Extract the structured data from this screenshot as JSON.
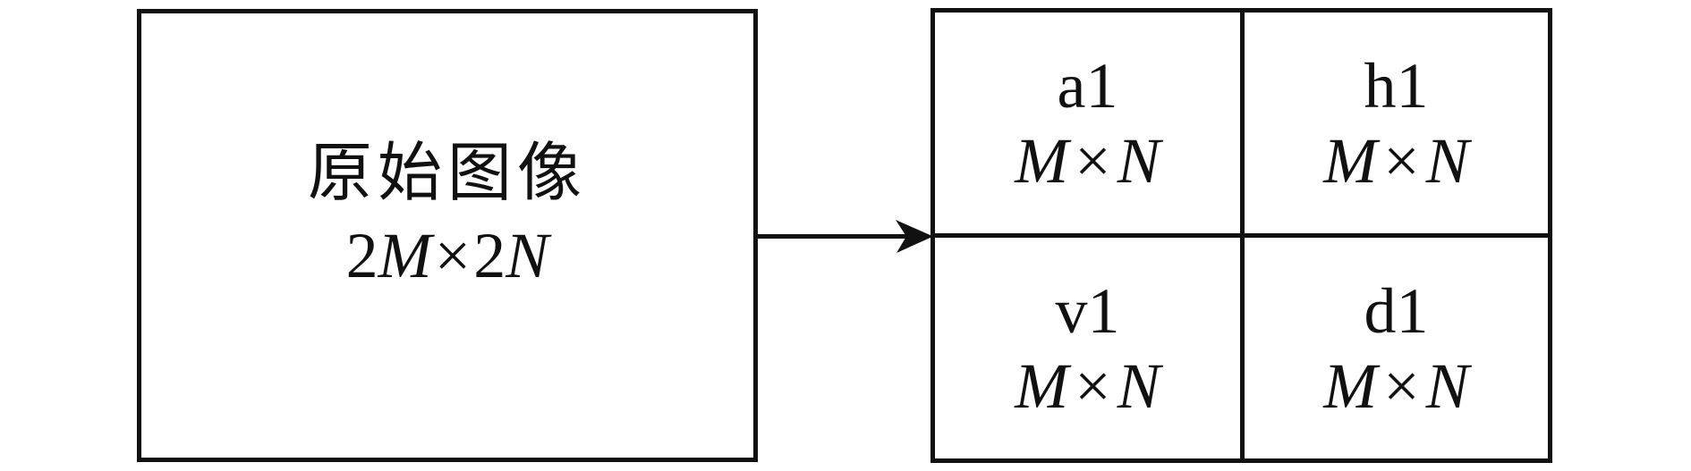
{
  "diagram": {
    "source_box": {
      "title": "原始图像",
      "size": {
        "factor1": "2",
        "m": "M",
        "times": "×",
        "factor2": "2",
        "n": "N"
      }
    },
    "icons": {
      "arrow": "right-arrow-icon"
    },
    "grid": {
      "cells": [
        {
          "label": "a1",
          "m": "M",
          "times": "×",
          "n": "N"
        },
        {
          "label": "h1",
          "m": "M",
          "times": "×",
          "n": "N"
        },
        {
          "label": "v1",
          "m": "M",
          "times": "×",
          "n": "N"
        },
        {
          "label": "d1",
          "m": "M",
          "times": "×",
          "n": "N"
        }
      ]
    },
    "colors": {
      "line": "#111111",
      "text": "#111111",
      "background": "#ffffff"
    }
  }
}
